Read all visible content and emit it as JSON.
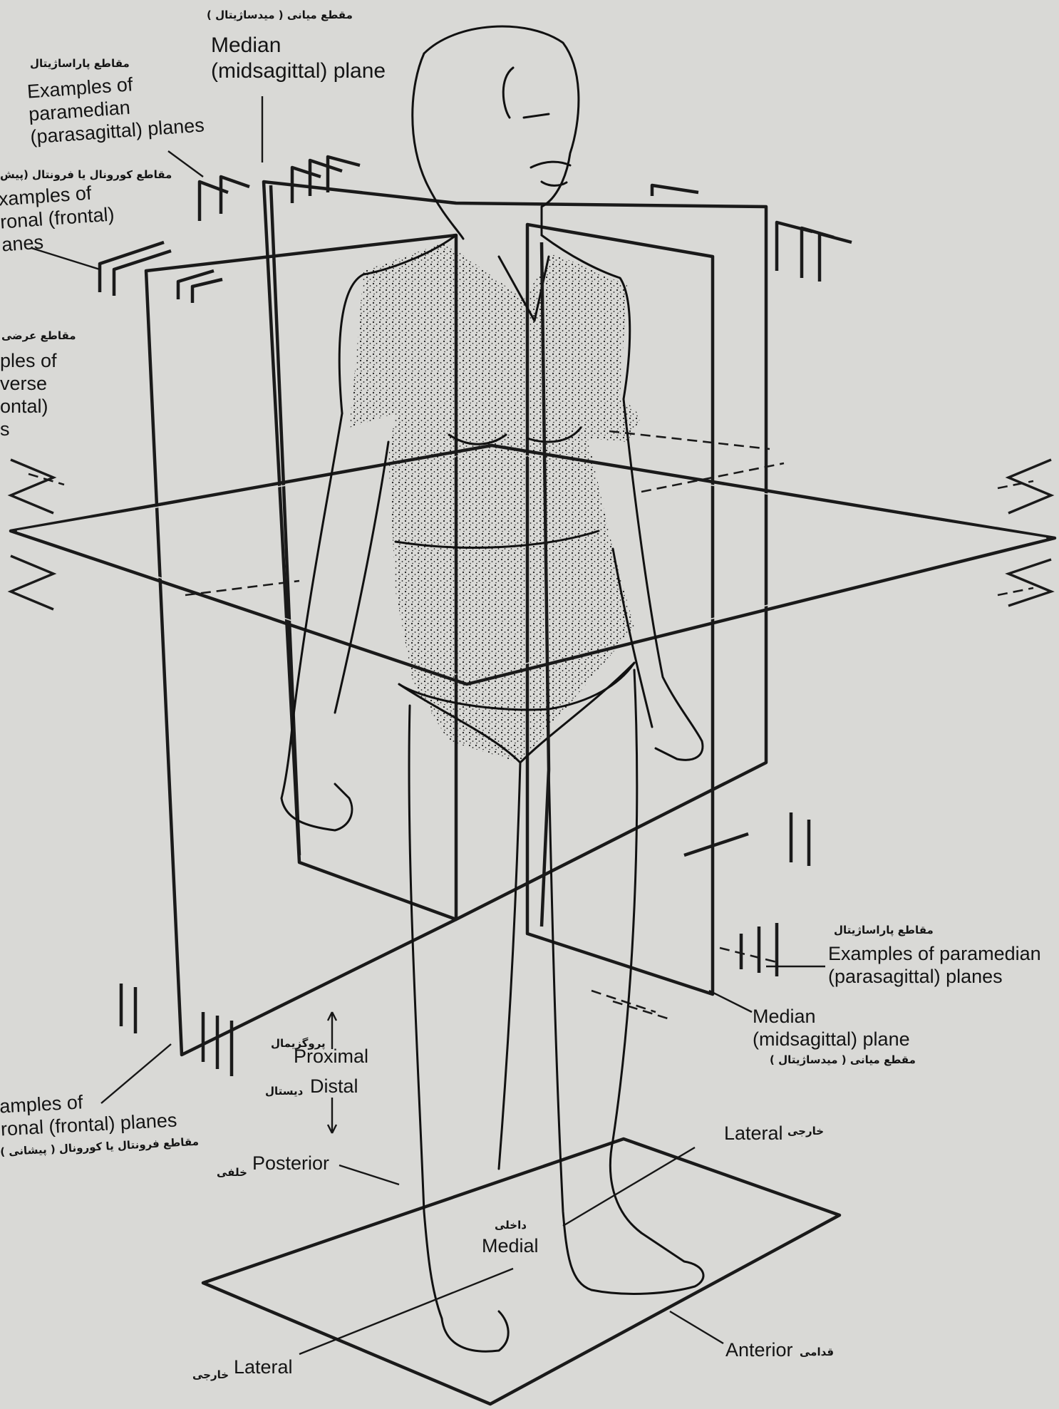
{
  "labels": {
    "median_top": {
      "en": "Median\n(midsagittal) plane",
      "fa": "مقطع میانی ( میدساژیتال )"
    },
    "paramedian_top": {
      "en": "Examples of\nparamedian\n(parasagittal) planes",
      "fa": "مقاطع پاراساژیتال"
    },
    "coronal_top": {
      "en": "xamples of\nronal (frontal)\nanes",
      "fa": "مقاطع کورونال یا فرونتال (پیش"
    },
    "transverse_left": {
      "en": "ples of\nverse\nontal)\ns",
      "fa": "مقاطع عرضی"
    },
    "paramedian_right": {
      "en": "Examples of paramedian\n(parasagittal) planes",
      "fa": "مقاطع پاراساژیتال"
    },
    "median_right": {
      "en": "Median\n(midsagittal) plane",
      "fa": "مقطع میانی ( میدساژیتال )"
    },
    "proximal": {
      "en": "Proximal",
      "fa": "پروگزیمال"
    },
    "distal": {
      "en": "Distal",
      "fa": "دیستال"
    },
    "coronal_bottom": {
      "en": "amples of\nronal (frontal) planes",
      "fa": "مقاطع فرونتال یا کورونال ( پیشانی )"
    },
    "posterior": {
      "en": "Posterior",
      "fa": "خلفی"
    },
    "lateral_right": {
      "en": "Lateral",
      "fa": "خارجی"
    },
    "medial": {
      "en": "Medial",
      "fa": "داخلی"
    },
    "anterior": {
      "en": "Anterior",
      "fa": "قدامی"
    },
    "lateral_bottom": {
      "en": "Lateral",
      "fa": "خارجی"
    }
  }
}
